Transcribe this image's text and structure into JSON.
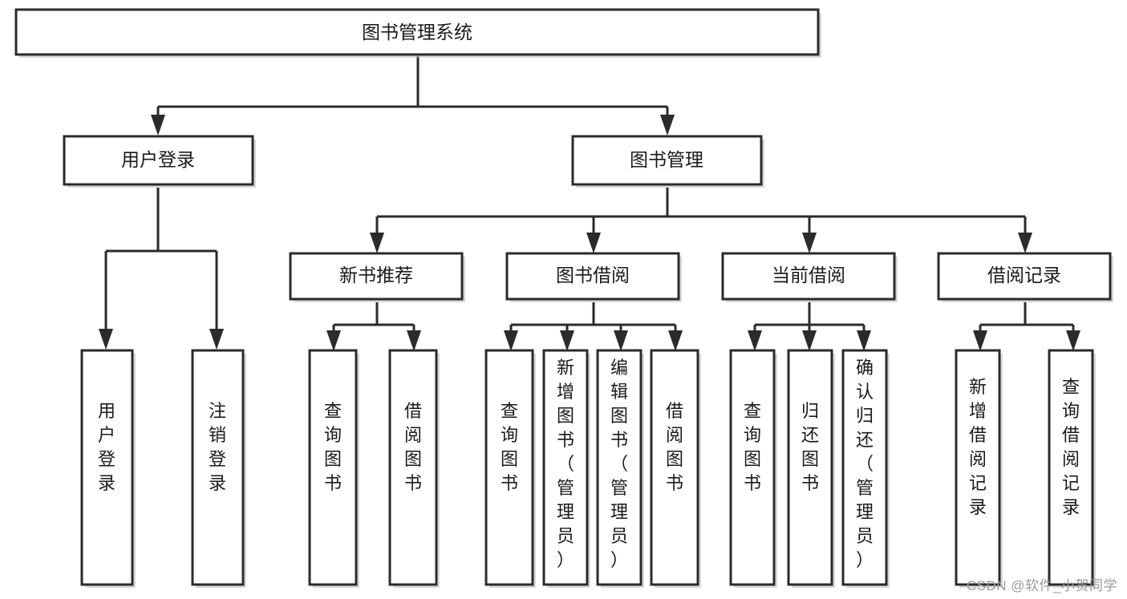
{
  "diagram": {
    "type": "tree",
    "title": "图书管理系统",
    "watermark": "CSDN @软件_小贺同学",
    "root": {
      "id": "root",
      "label": "图书管理系统"
    },
    "level2": [
      {
        "id": "user-login",
        "label": "用户登录"
      },
      {
        "id": "book-manage",
        "label": "图书管理"
      }
    ],
    "level3": [
      {
        "id": "new-book-recommend",
        "label": "新书推荐",
        "parent": "book-manage"
      },
      {
        "id": "book-borrow",
        "label": "图书借阅",
        "parent": "book-manage"
      },
      {
        "id": "current-borrow",
        "label": "当前借阅",
        "parent": "book-manage"
      },
      {
        "id": "borrow-record",
        "label": "借阅记录",
        "parent": "book-manage"
      }
    ],
    "leaves": [
      {
        "id": "leaf-user-login",
        "label": "用户登录",
        "parent": "user-login"
      },
      {
        "id": "leaf-user-logout",
        "label": "注销登录",
        "parent": "user-login"
      },
      {
        "id": "leaf-query-book-1",
        "label": "查询图书",
        "parent": "new-book-recommend"
      },
      {
        "id": "leaf-borrow-book-1",
        "label": "借阅图书",
        "parent": "new-book-recommend"
      },
      {
        "id": "leaf-query-book-2",
        "label": "查询图书",
        "parent": "book-borrow"
      },
      {
        "id": "leaf-add-book",
        "label": "新增图书（管理员）",
        "parent": "book-borrow"
      },
      {
        "id": "leaf-edit-book",
        "label": "编辑图书（管理员）",
        "parent": "book-borrow"
      },
      {
        "id": "leaf-borrow-book-2",
        "label": "借阅图书",
        "parent": "book-borrow"
      },
      {
        "id": "leaf-query-book-3",
        "label": "查询图书",
        "parent": "current-borrow"
      },
      {
        "id": "leaf-return-book",
        "label": "归还图书",
        "parent": "current-borrow"
      },
      {
        "id": "leaf-confirm-return",
        "label": "确认归还（管理员）",
        "parent": "current-borrow"
      },
      {
        "id": "leaf-add-record",
        "label": "新增借阅记录",
        "parent": "borrow-record"
      },
      {
        "id": "leaf-query-record",
        "label": "查询借阅记录",
        "parent": "borrow-record"
      }
    ],
    "colors": {
      "box_stroke": "#2b2b2b",
      "box_fill": "#ffffff",
      "connector": "#2b2b2b",
      "text": "#1a1a1a",
      "watermark": "#9a9a9a"
    }
  }
}
